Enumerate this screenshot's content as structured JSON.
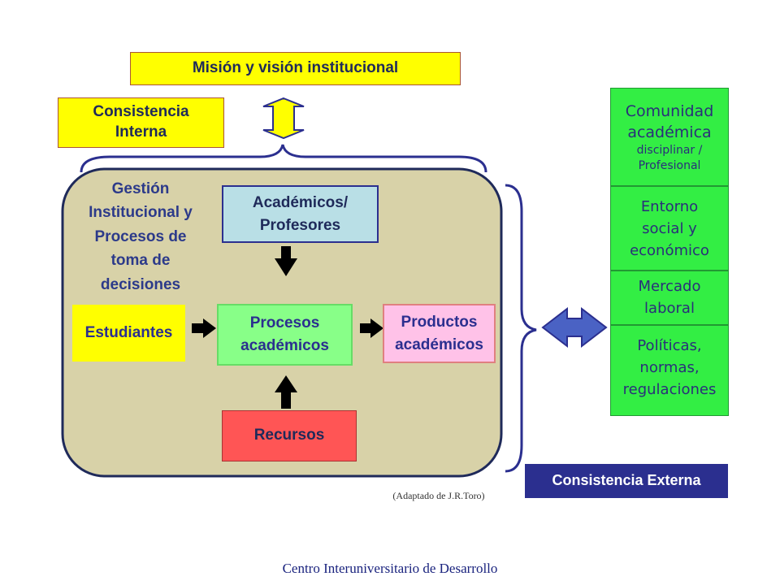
{
  "top": {
    "mision": "Misión y visión institucional",
    "consistencia_interna": [
      "Consistencia",
      "Interna"
    ]
  },
  "gestion_label": [
    "Gestión",
    "Institucional y",
    "Procesos de",
    "toma de",
    "decisiones"
  ],
  "boxes": {
    "academicos": [
      "Académicos/",
      "Profesores"
    ],
    "estudiantes": "Estudiantes",
    "procesos": [
      "Procesos",
      "académicos"
    ],
    "productos": [
      "Productos",
      "académicos"
    ],
    "recursos": "Recursos"
  },
  "entorno": {
    "comunidad": [
      "Comunidad",
      "académica",
      "disciplinar /",
      "Profesional"
    ],
    "social": [
      "Entorno",
      "social y",
      "económico"
    ],
    "mercado": [
      "Mercado",
      "laboral"
    ],
    "politicas": [
      "Políticas,",
      "normas,",
      "regulaciones"
    ]
  },
  "consistencia_externa": "Consistencia Externa",
  "credit": "(Adaptado de J.R.Toro)",
  "footer": "Centro Interuniversitario de Desarrollo",
  "colors": {
    "yellow": "#ffff00",
    "tan": "#d8d2a8",
    "light_blue": "#b9dfe6",
    "green": "#33ee44",
    "light_green": "#88ff88",
    "pink": "#ffc2e8",
    "red": "#ff5555",
    "navy": "#2b2f8f",
    "blue_arrow": "#4a62c4"
  }
}
